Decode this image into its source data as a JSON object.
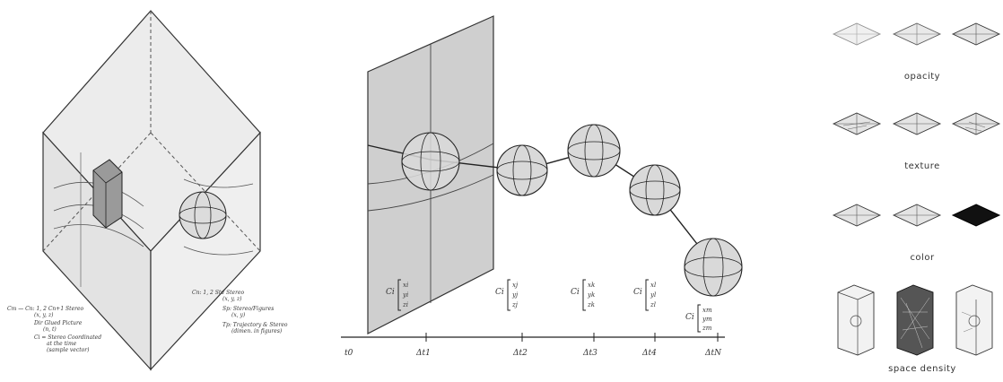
{
  "left_panel": {
    "notes_left": [
      "Cm — Cn: 1, 2  Cn+1 Stereo",
      "(x, y, z)",
      "Dir Glued Picture",
      "(n, t)",
      "Ci = Stereo Coordinated",
      "at the time",
      "(sample vector)"
    ],
    "notes_right": [
      "Cn: 1, 2  Std Stereo",
      "(x, y, z)",
      "Sp: Stereo/Figures",
      "(x, y)",
      "Tp: Trajectory & Stereo",
      "(dimen. in figures)"
    ]
  },
  "mid_panel": {
    "vectors": [
      {
        "prefix": "Ci",
        "rows": [
          "xi",
          "yi",
          "zi"
        ]
      },
      {
        "prefix": "Ci",
        "rows": [
          "xj",
          "yj",
          "zj"
        ]
      },
      {
        "prefix": "Ci",
        "rows": [
          "xk",
          "yk",
          "zk"
        ]
      },
      {
        "prefix": "Ci",
        "rows": [
          "xl",
          "yl",
          "zl"
        ]
      },
      {
        "prefix": "Ci",
        "rows": [
          "xm",
          "ym",
          "zm"
        ]
      }
    ],
    "axis_labels": [
      "t0",
      "Δt1",
      "Δt2",
      "Δt3",
      "Δt4",
      "ΔtN"
    ]
  },
  "right_panel": {
    "labels": [
      "opacity",
      "texture",
      "color",
      "space density"
    ]
  }
}
